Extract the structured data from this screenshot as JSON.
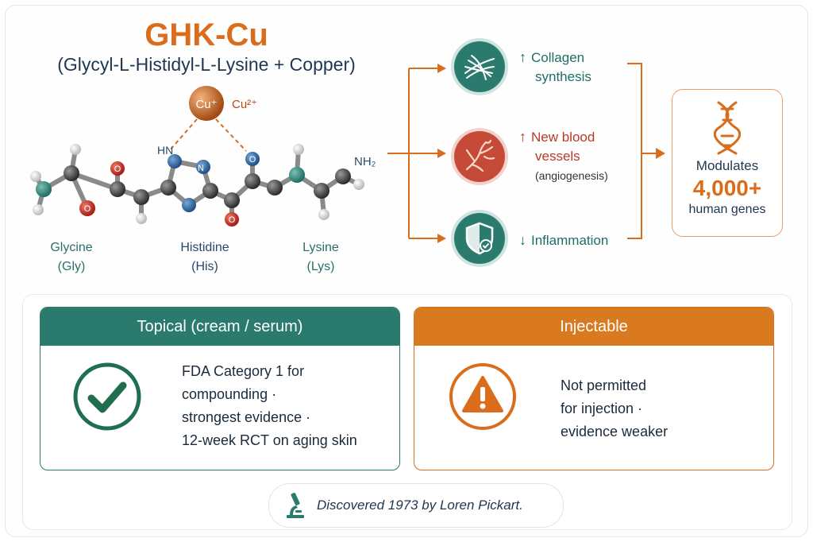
{
  "header": {
    "title": "GHK-Cu",
    "subtitle": "(Glycyl-L-Histidyl-L-Lysine + Copper)"
  },
  "molecule": {
    "copper_ball": "Cu⁺",
    "copper_label": "Cu²⁺",
    "atoms": {
      "hn": "HN",
      "n": "N",
      "o": "O",
      "nh2": "NH₂"
    },
    "residues": [
      {
        "name": "Glycine",
        "abbr": "(Gly)"
      },
      {
        "name": "Histidine",
        "abbr": "(His)"
      },
      {
        "name": "Lysine",
        "abbr": "(Lys)"
      }
    ]
  },
  "benefits": [
    {
      "arrow": "↑",
      "line1": "Collagen",
      "line2": "synthesis",
      "icon": "collagen-fibers-icon"
    },
    {
      "arrow": "↑",
      "line1": "New blood",
      "line2": "vessels",
      "note": "(angiogenesis)",
      "icon": "blood-vessel-icon"
    },
    {
      "arrow": "↓",
      "line1": "Inflammation",
      "icon": "shield-check-icon"
    }
  ],
  "genes": {
    "line1": "Modulates",
    "number": "4,000+",
    "line2": "human genes",
    "icon": "dna-icon"
  },
  "cards": {
    "topical": {
      "title": "Topical (cream / serum)",
      "lines": [
        "FDA Category 1 for",
        "compounding ·",
        "strongest evidence ·",
        "12-week RCT on aging skin"
      ],
      "icon": "checkmark-circle-icon"
    },
    "injectable": {
      "title": "Injectable",
      "lines": [
        "Not permitted",
        "for injection ·",
        "evidence weaker"
      ],
      "icon": "warning-triangle-icon"
    }
  },
  "footer": {
    "text": "Discovered 1973 by Loren Pickart.",
    "icon": "microscope-icon"
  },
  "colors": {
    "teal": "#2a7a6d",
    "orange": "#d96d1c",
    "red": "#c64a38",
    "navy": "#1f3650"
  }
}
